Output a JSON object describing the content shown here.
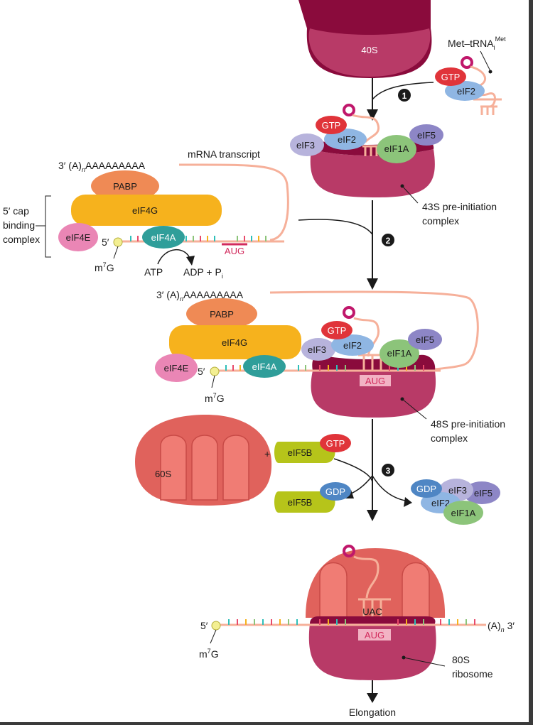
{
  "labels": {
    "s40": "40S",
    "met_trna": "Met–tRNA",
    "met_sub": "i",
    "met_sup": "Met",
    "gtp": "GTP",
    "gdp": "GDP",
    "eif2": "eIF2",
    "eif3": "eIF3",
    "eif5": "eIF5",
    "eif1a": "eIF1A",
    "eif4g": "eIF4G",
    "eif4e": "eIF4E",
    "eif4a": "eIF4A",
    "eif5b": "eIF5B",
    "pabp": "PABP",
    "mrna_transcript": "mRNA transcript",
    "tail_prefix": "3′ (A)",
    "tail_n": "n",
    "tail_seq": "AAAAAAAAA",
    "cap_complex_1": "5′ cap",
    "cap_complex_2": "binding",
    "cap_complex_3": "complex",
    "five_prime": "5′",
    "m7g": "m",
    "m7g_sup": "7",
    "m7g_end": "G",
    "atp": "ATP",
    "adp": "ADP + P",
    "adp_sub": "i",
    "aug": "AUG",
    "uac": "UAC",
    "c43_1": "43S pre-initiation",
    "c43_2": "complex",
    "c48_1": "48S pre-initiation",
    "c48_2": "complex",
    "s60": "60S",
    "plus": "+",
    "s80_1": "80S",
    "s80_2": "ribosome",
    "tail_end": "(A)",
    "tail_end_n": "n",
    "tail_end_3": " 3′",
    "elongation": "Elongation",
    "step1": "1",
    "step2": "2",
    "step3": "3"
  },
  "colors": {
    "ribo_small_dark": "#8a0b3c",
    "ribo_small": "#b83a67",
    "ribo_large": "#e0625c",
    "gtp": "#e0343a",
    "eif2": "#8fb6e3",
    "eif3": "#b7b3dc",
    "eif5": "#8d86c6",
    "eif1a": "#8cc47a",
    "eif4g": "#f6b21d",
    "eif4e": "#ea86b5",
    "eif4a": "#2f9e9a",
    "pabp": "#ef8a55",
    "eif5b": "#b6c41a",
    "gdp": "#4f86c4",
    "mrna": "#f6b09a",
    "aug": "#d22a5c"
  }
}
